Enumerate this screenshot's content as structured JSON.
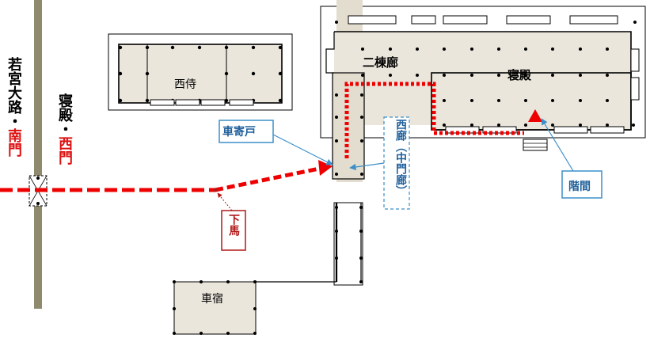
{
  "colors": {
    "building_fill": "#ebe6dc",
    "road": "#8f8a6e",
    "corridor_fill": "#e3ddcf",
    "route_red": "#ee0000",
    "callout_blue": "#3b8fc8",
    "callout_dark_red": "#b01818",
    "text_red": "#dd1111"
  },
  "labels": {
    "wakamiya_road": "若宮大路",
    "dot": "・",
    "south_gate": "南門",
    "shinden_title": "寝殿",
    "west_gate": "西門",
    "nishi_samurai": "西侍",
    "nitou_rou": "二棟廊",
    "shinden": "寝殿",
    "kuruma_yado": "車宿"
  },
  "callouts": {
    "kuruma_yose": "車寄戸",
    "nishi_rou_top": "西廊",
    "nishi_rou_paren_open": "︵",
    "nishi_rou_mid": "中門廊",
    "nishi_rou_paren_close": "︶",
    "hashigakushi": "階間",
    "geba": "下馬"
  }
}
